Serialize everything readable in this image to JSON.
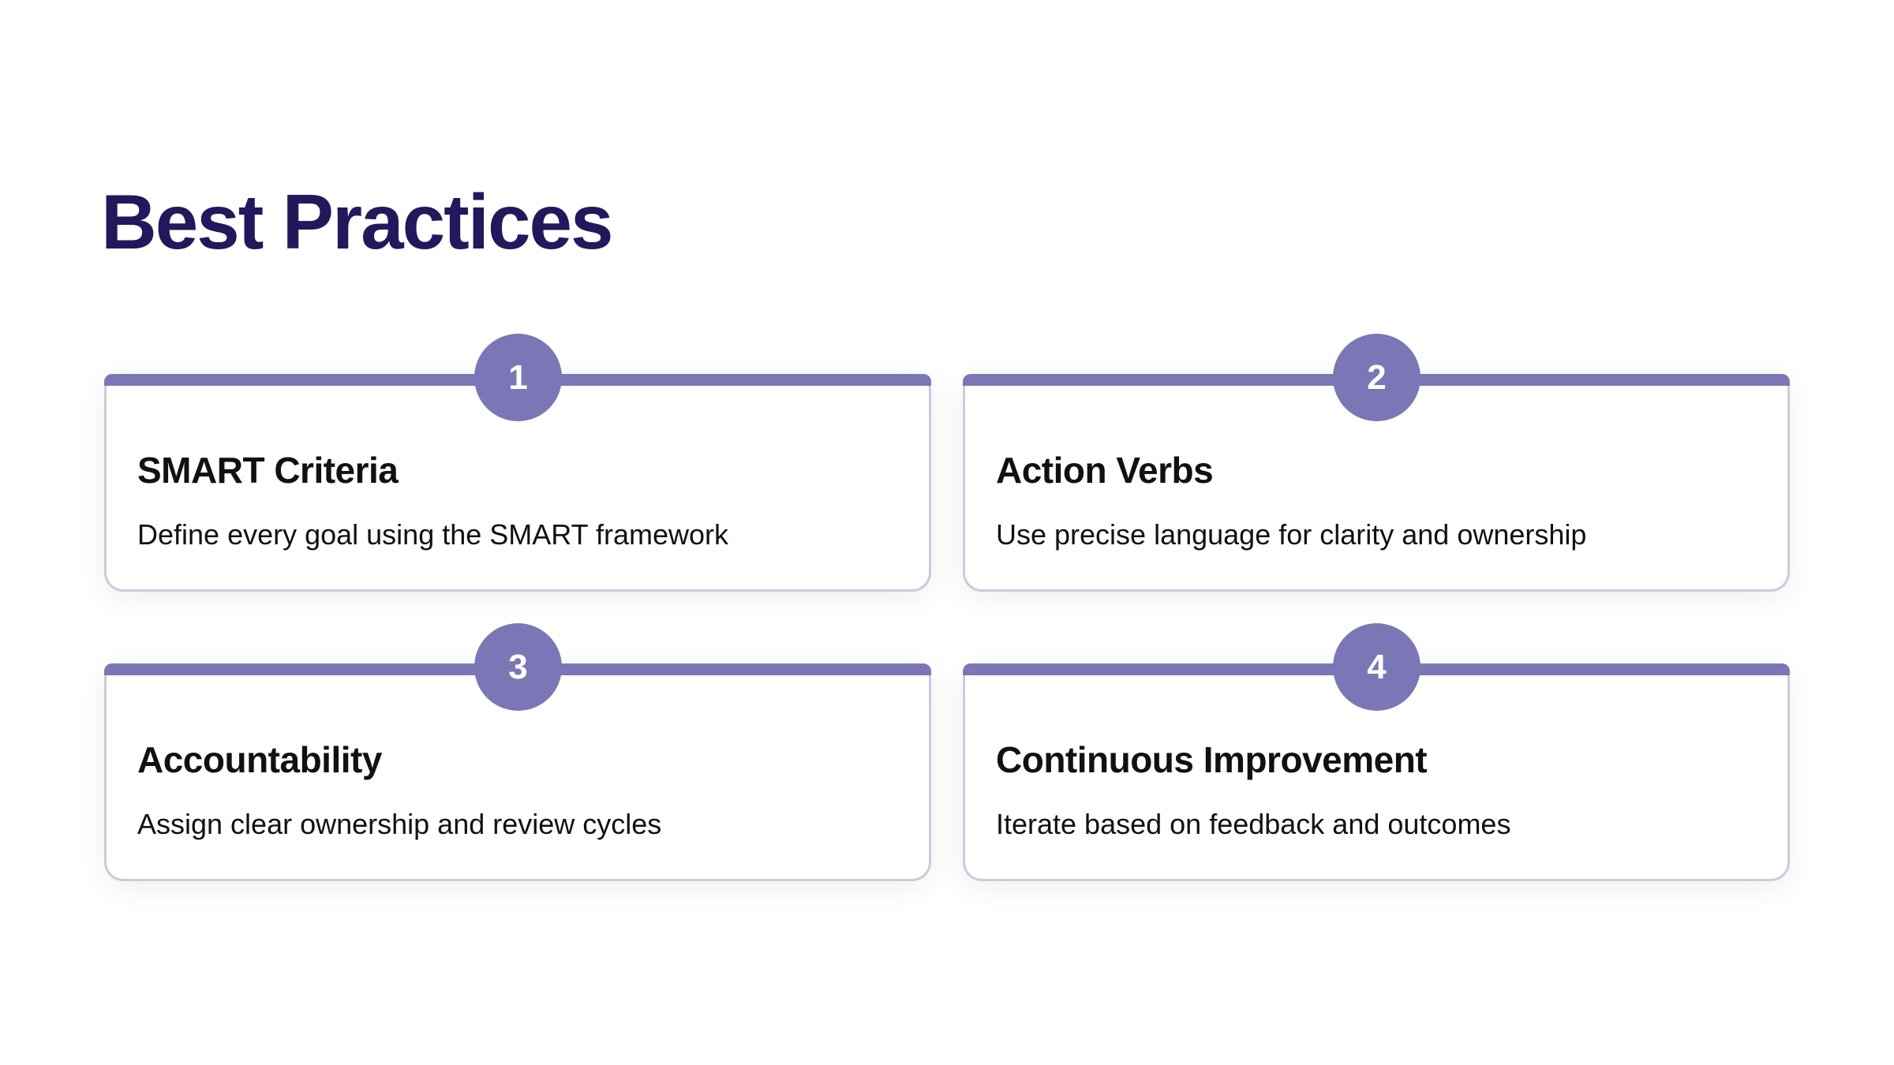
{
  "title": "Best Practices",
  "accent": "#7b76b5",
  "cards": [
    {
      "number": "1",
      "heading": "SMART Criteria",
      "description": "Define every goal using the SMART framework"
    },
    {
      "number": "2",
      "heading": "Action Verbs",
      "description": "Use precise language for clarity and ownership"
    },
    {
      "number": "3",
      "heading": "Accountability",
      "description": "Assign clear ownership and review cycles"
    },
    {
      "number": "4",
      "heading": "Continuous Improvement",
      "description": "Iterate based on feedback and outcomes"
    }
  ]
}
